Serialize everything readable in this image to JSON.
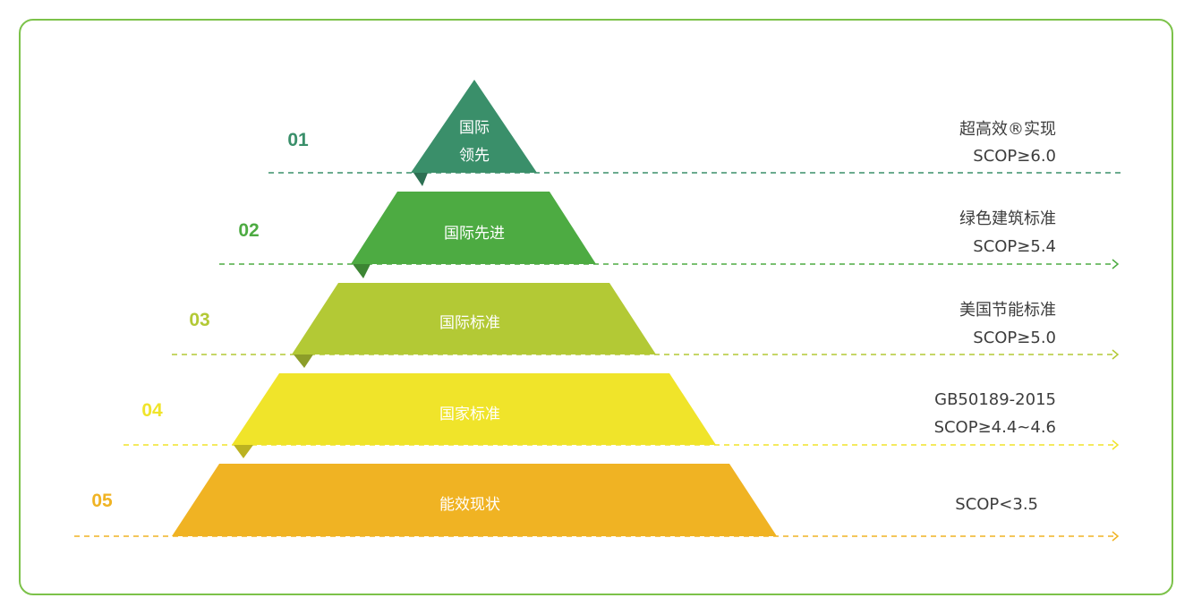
{
  "colors": {
    "frame": "#7cc24a",
    "level1": "#3a8f6a",
    "level2": "#4dab42",
    "level3": "#b3c935",
    "level4": "#f0e42a",
    "level5": "#f0b323",
    "text": "#3d3d3d"
  },
  "levels": [
    {
      "number": "01",
      "inner_lines": [
        "国际",
        "领先"
      ],
      "side_lines": [
        "超高效®实现",
        "SCOP≥6.0"
      ]
    },
    {
      "number": "02",
      "inner_lines": [
        "国际先进"
      ],
      "side_lines": [
        "绿色建筑标准",
        "SCOP≥5.4"
      ]
    },
    {
      "number": "03",
      "inner_lines": [
        "国际标准"
      ],
      "side_lines": [
        "美国节能标准",
        "SCOP≥5.0"
      ]
    },
    {
      "number": "04",
      "inner_lines": [
        "国家标准"
      ],
      "side_lines": [
        "GB50189-2015",
        "SCOP≥4.4~4.6"
      ]
    },
    {
      "number": "05",
      "inner_lines": [
        "能效现状"
      ],
      "side_lines": [
        "SCOP<3.5"
      ]
    }
  ]
}
